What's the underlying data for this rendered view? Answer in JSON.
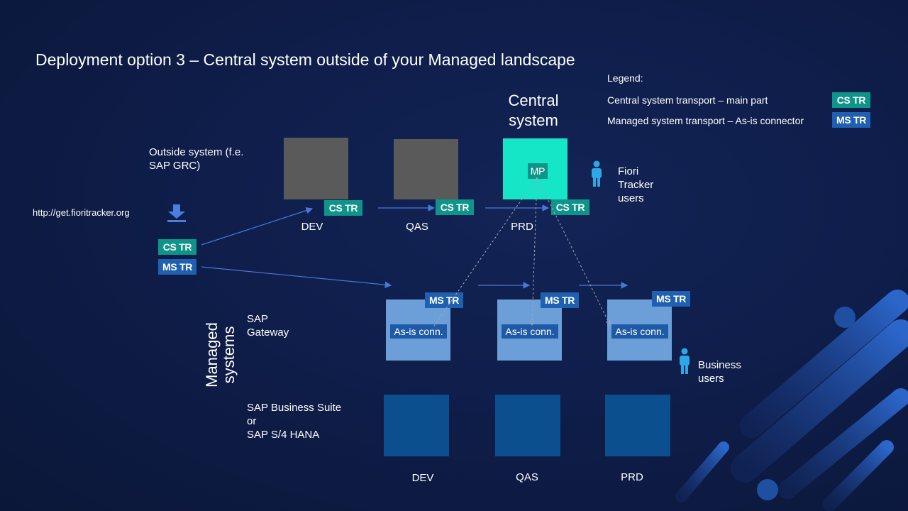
{
  "title": "Deployment option 3 – Central system outside of your Managed landscape",
  "legend": {
    "heading": "Legend:",
    "cs_text": "Central system transport – main part",
    "cs_tag": "CS TR",
    "ms_text": "Managed system transport – As-is connector",
    "ms_tag": "MS TR"
  },
  "central_system_label": "Central\nsystem",
  "outside_system_label": "Outside system (f.e.\nSAP GRC)",
  "url": "http://get.fioritracker.org",
  "source_tags": {
    "cs": "CS TR",
    "ms": "MS TR"
  },
  "outside": {
    "tags": [
      "CS TR",
      "CS TR",
      "CS TR"
    ],
    "labels": [
      "DEV",
      "QAS",
      "PRD"
    ],
    "mp": "MP"
  },
  "fiori_users": "Fiori\nTracker\nusers",
  "managed_label": "Managed\nsystems",
  "gateway_label": "SAP\nGateway",
  "gateway": {
    "tags": [
      "MS TR",
      "MS TR",
      "MS TR"
    ],
    "conn": [
      "As-is conn.",
      "As-is conn.",
      "As-is conn."
    ]
  },
  "business_users": "Business\nusers",
  "backend_label": "SAP Business Suite\n   or\nSAP S/4 HANA",
  "backend_labels": [
    "DEV",
    "QAS",
    "PRD"
  ],
  "colors": {
    "background": "#0e1c47",
    "cs_tag": "#0e9488",
    "ms_tag": "#2060b0",
    "central_box": "#15e6c8",
    "outside_box": "#5a5a5a",
    "gateway_box": "#6c9fd8",
    "backend_box": "#0b4f8f",
    "arrow": "#4a78d8"
  },
  "icons": [
    "download-icon",
    "person-icon"
  ]
}
